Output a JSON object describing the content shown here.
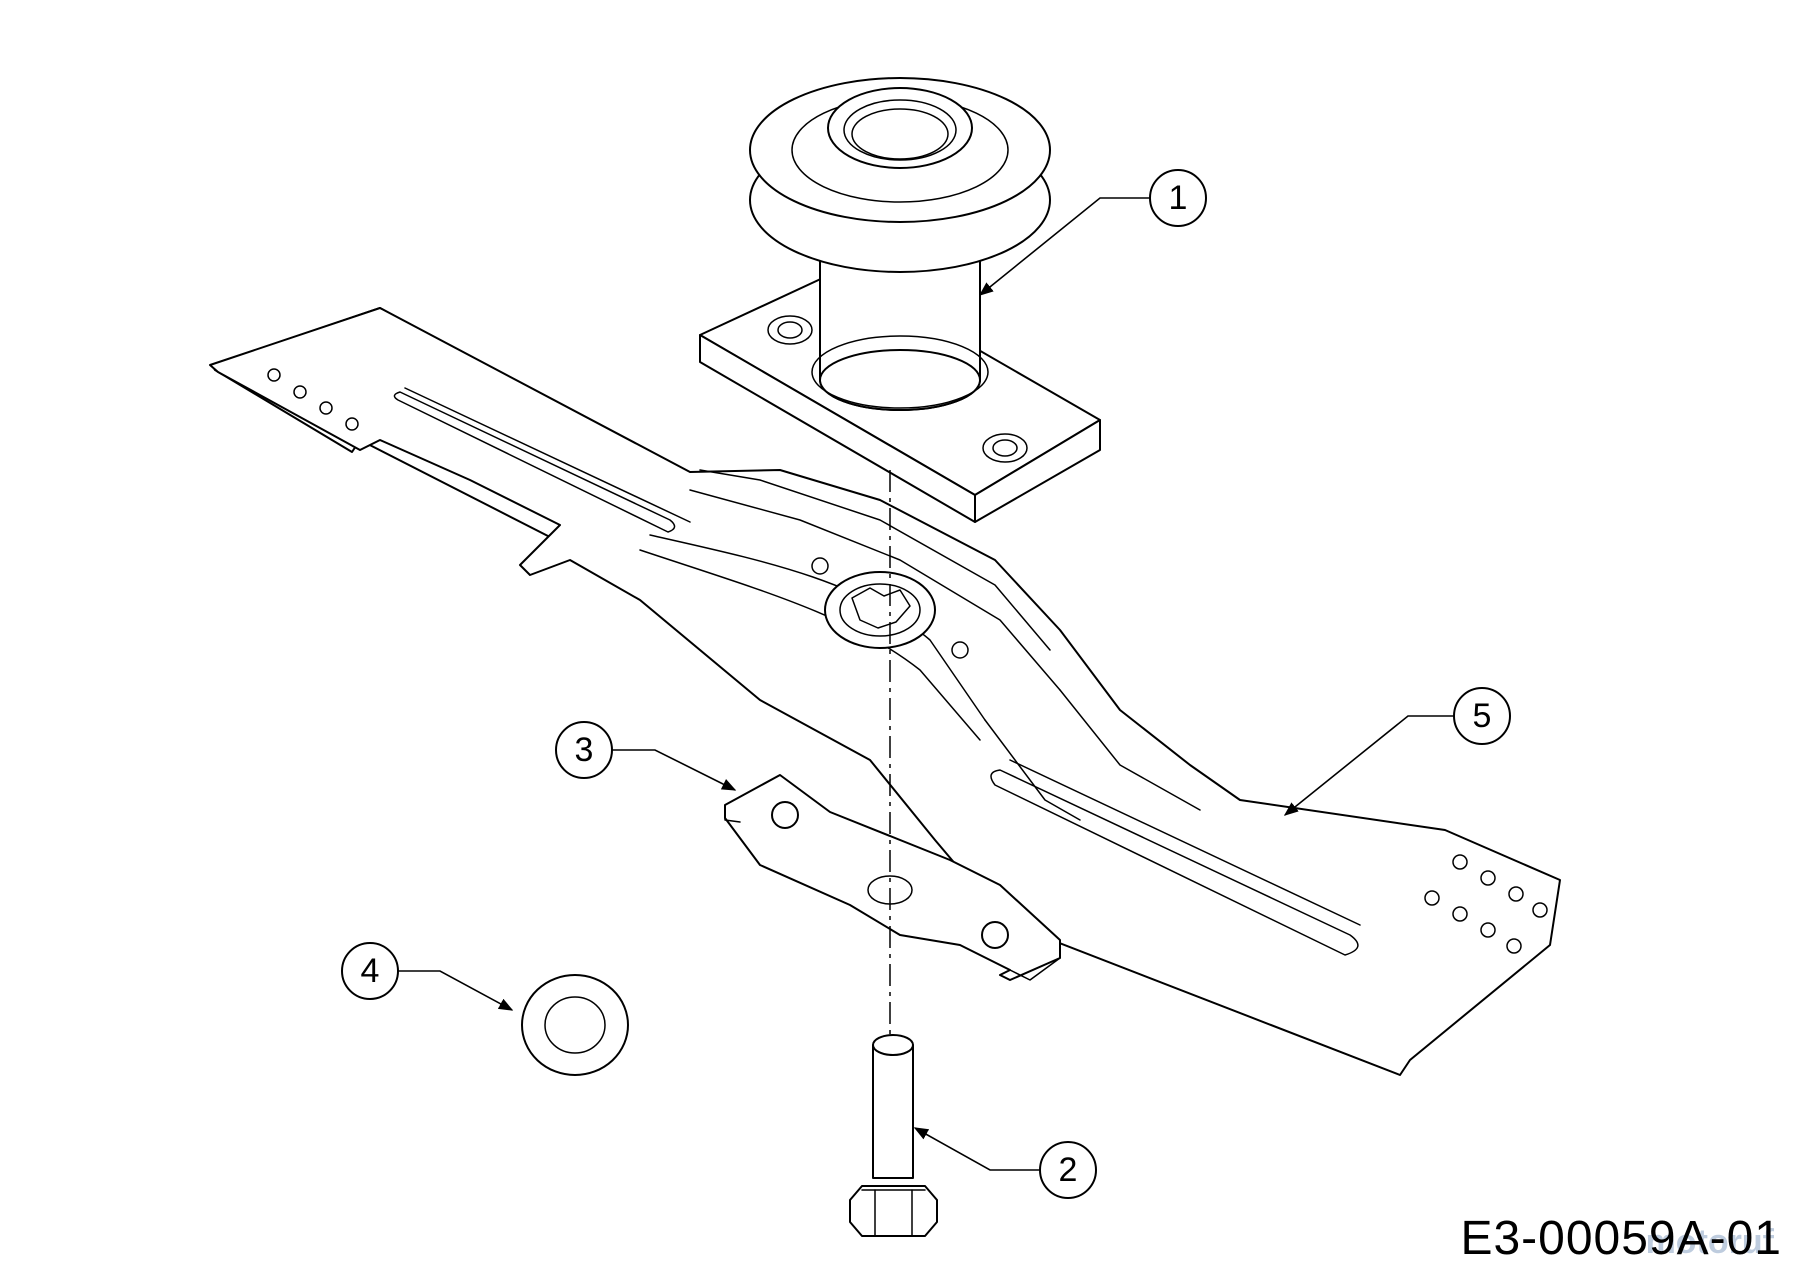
{
  "diagram": {
    "drawing_code": "E3-00059A-01",
    "watermark": "motoruf",
    "callouts": [
      {
        "id": "1",
        "label": "1"
      },
      {
        "id": "2",
        "label": "2"
      },
      {
        "id": "3",
        "label": "3"
      },
      {
        "id": "4",
        "label": "4"
      },
      {
        "id": "5",
        "label": "5"
      }
    ]
  }
}
